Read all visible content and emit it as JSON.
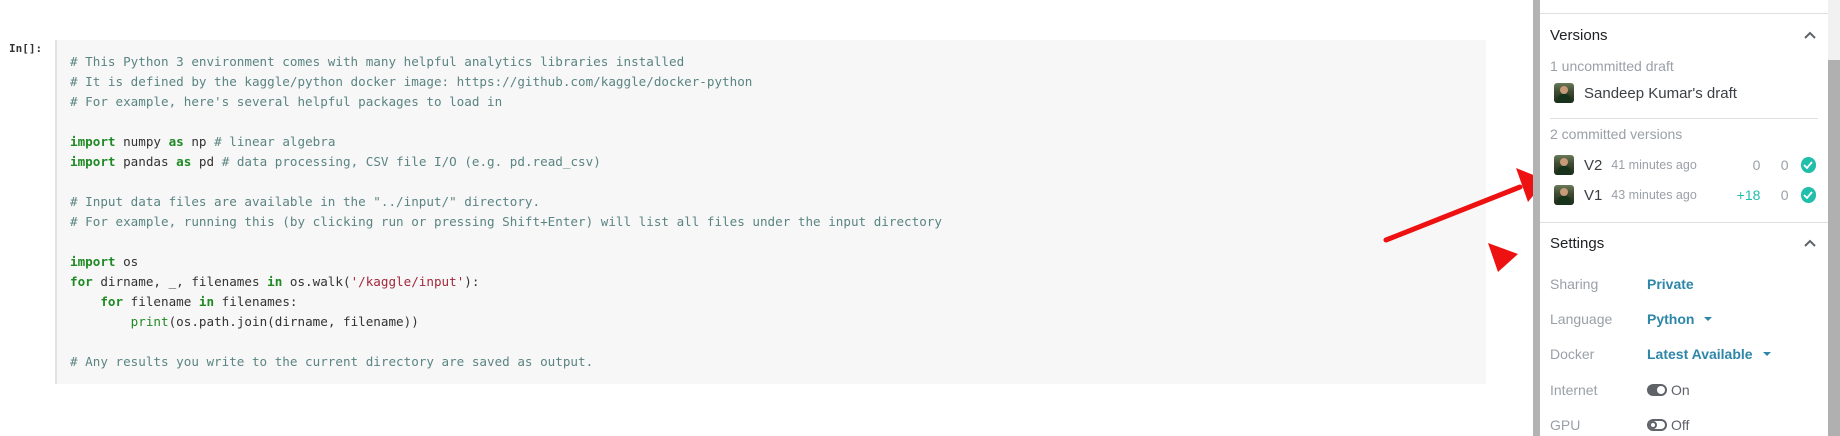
{
  "notebook": {
    "prompt": "In[]:",
    "code_lines": [
      [
        {
          "t": "comment",
          "v": "# This Python 3 environment comes with many helpful analytics libraries installed"
        }
      ],
      [
        {
          "t": "comment",
          "v": "# It is defined by the kaggle/python docker image: https://github.com/kaggle/docker-python"
        }
      ],
      [
        {
          "t": "comment",
          "v": "# For example, here's several helpful packages to load in"
        }
      ],
      [],
      [
        {
          "t": "kw",
          "v": "import"
        },
        {
          "t": "plain",
          "v": " numpy "
        },
        {
          "t": "kw",
          "v": "as"
        },
        {
          "t": "plain",
          "v": " np "
        },
        {
          "t": "comment",
          "v": "# linear algebra"
        }
      ],
      [
        {
          "t": "kw",
          "v": "import"
        },
        {
          "t": "plain",
          "v": " pandas "
        },
        {
          "t": "kw",
          "v": "as"
        },
        {
          "t": "plain",
          "v": " pd "
        },
        {
          "t": "comment",
          "v": "# data processing, CSV file I/O (e.g. pd.read_csv)"
        }
      ],
      [],
      [
        {
          "t": "comment",
          "v": "# Input data files are available in the \"../input/\" directory."
        }
      ],
      [
        {
          "t": "comment",
          "v": "# For example, running this (by clicking run or pressing Shift+Enter) will list all files under the input directory"
        }
      ],
      [],
      [
        {
          "t": "kw",
          "v": "import"
        },
        {
          "t": "plain",
          "v": " os"
        }
      ],
      [
        {
          "t": "kw",
          "v": "for"
        },
        {
          "t": "plain",
          "v": " dirname, _, filenames "
        },
        {
          "t": "kw",
          "v": "in"
        },
        {
          "t": "plain",
          "v": " os.walk("
        },
        {
          "t": "str",
          "v": "'/kaggle/input'"
        },
        {
          "t": "plain",
          "v": "):"
        }
      ],
      [
        {
          "t": "plain",
          "v": "    "
        },
        {
          "t": "kw",
          "v": "for"
        },
        {
          "t": "plain",
          "v": " filename "
        },
        {
          "t": "kw",
          "v": "in"
        },
        {
          "t": "plain",
          "v": " filenames:"
        }
      ],
      [
        {
          "t": "plain",
          "v": "        "
        },
        {
          "t": "builtin",
          "v": "print"
        },
        {
          "t": "plain",
          "v": "(os.path.join(dirname, filename))"
        }
      ],
      [],
      [
        {
          "t": "comment",
          "v": "# Any results you write to the current directory are saved as output."
        }
      ]
    ]
  },
  "panel": {
    "versions": {
      "title": "Versions",
      "uncommitted_label": "1 uncommitted draft",
      "draft_name": "Sandeep Kumar's draft",
      "committed_label": "2 committed versions",
      "items": [
        {
          "name": "V2",
          "time": "41 minutes ago",
          "added": "0",
          "removed": "0",
          "status": "success"
        },
        {
          "name": "V1",
          "time": "43 minutes ago",
          "added": "+18",
          "removed": "0",
          "status": "success"
        }
      ]
    },
    "settings": {
      "title": "Settings",
      "sharing": {
        "label": "Sharing",
        "value": "Private"
      },
      "language": {
        "label": "Language",
        "value": "Python"
      },
      "docker": {
        "label": "Docker",
        "value": "Latest Available"
      },
      "internet": {
        "label": "Internet",
        "value": "On"
      },
      "gpu": {
        "label": "GPU",
        "value": "Off"
      }
    }
  },
  "colors": {
    "accent_link": "#2e86a8",
    "success": "#20beab",
    "annotation_arrow": "#ee1111",
    "code_comment": "#5a8582",
    "code_keyword": "#1f8a24",
    "code_string": "#a3283b"
  }
}
